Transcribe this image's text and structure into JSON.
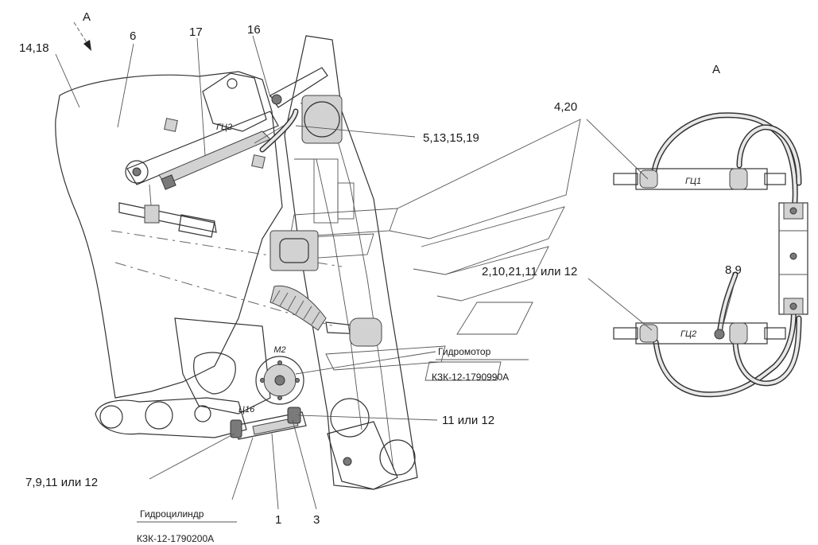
{
  "view": {
    "arrow_label": "А",
    "detail_label": "А"
  },
  "callouts": {
    "c_14_18": "14,18",
    "c_6": "6",
    "c_17": "17",
    "c_16": "16",
    "c_5_13_15_19": "5,13,15,19",
    "c_4_20": "4,20",
    "c_2_10_21": "2,10,21,11 или 12",
    "c_8_9": "8,9",
    "c_11_12": "11 или 12",
    "c_7_9_11_12": "7,9,11 или 12",
    "c_1": "1",
    "c_3": "3"
  },
  "parts": {
    "motor_name": "Гидромотор",
    "motor_code": "КЗК-12-1790990А",
    "cylinder_name": "Гидроцилиндр",
    "cylinder_code": "КЗК-12-1790200А"
  },
  "marks": {
    "gc2_main": "ГЦ2",
    "m2": "М2",
    "c16": "Ц16",
    "gc1_detail": "ГЦ1",
    "gc2_detail": "ГЦ2"
  }
}
